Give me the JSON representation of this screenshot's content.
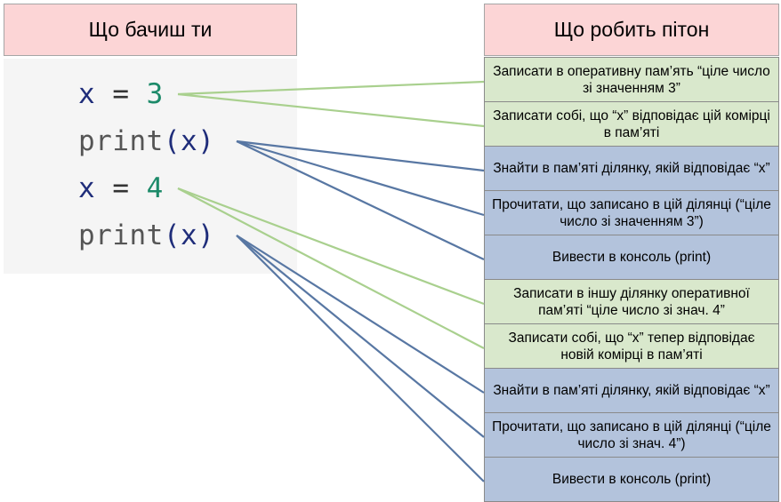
{
  "headers": {
    "left": "Що бачиш ти",
    "right": "Що робить пітон"
  },
  "code": [
    {
      "tokens": [
        {
          "t": "x",
          "k": "id"
        },
        {
          "t": " = ",
          "k": "op"
        },
        {
          "t": "3",
          "k": "num"
        }
      ]
    },
    {
      "tokens": [
        {
          "t": "print",
          "k": "kw"
        },
        {
          "t": "(",
          "k": "par"
        },
        {
          "t": "x",
          "k": "id"
        },
        {
          "t": ")",
          "k": "par"
        }
      ]
    },
    {
      "tokens": [
        {
          "t": "x",
          "k": "id"
        },
        {
          "t": " = ",
          "k": "op"
        },
        {
          "t": "4",
          "k": "num"
        }
      ]
    },
    {
      "tokens": [
        {
          "t": "print",
          "k": "kw"
        },
        {
          "t": "(",
          "k": "par"
        },
        {
          "t": "x",
          "k": "id"
        },
        {
          "t": ")",
          "k": "par"
        }
      ]
    }
  ],
  "steps": [
    {
      "text": "Записати в оперативну пам’ять “ціле число зі значенням 3”",
      "color": "green"
    },
    {
      "text": "Записати собі, що “х” відповідає цій комірці в пам’яті",
      "color": "green"
    },
    {
      "text": "Знайти в пам’яті ділянку, якій відповідає “х”",
      "color": "blue"
    },
    {
      "text": "Прочитати, що записано в цій ділянці (“ціле число зі значенням 3”)",
      "color": "blue"
    },
    {
      "text": "Вивести в консоль (print)",
      "color": "blue"
    },
    {
      "text": "Записати в іншу ділянку оперативної пам’яті “ціле число зі знач. 4”",
      "color": "green"
    },
    {
      "text": "Записати собі, що “х” тепер відповідає новій комірці в пам’яті",
      "color": "green"
    },
    {
      "text": "Знайти в пам’яті ділянку, якій відповідає “х”",
      "color": "blue"
    },
    {
      "text": "Прочитати, що записано в цій ділянці (“ціле число зі знач. 4”)",
      "color": "blue"
    },
    {
      "text": "Вивести в консоль (print)",
      "color": "blue"
    }
  ],
  "links": [
    {
      "from": 0,
      "to": 0,
      "color": "green"
    },
    {
      "from": 0,
      "to": 1,
      "color": "green"
    },
    {
      "from": 1,
      "to": 2,
      "color": "blue"
    },
    {
      "from": 1,
      "to": 3,
      "color": "blue"
    },
    {
      "from": 1,
      "to": 4,
      "color": "blue"
    },
    {
      "from": 2,
      "to": 5,
      "color": "green"
    },
    {
      "from": 2,
      "to": 6,
      "color": "green"
    },
    {
      "from": 3,
      "to": 7,
      "color": "blue"
    },
    {
      "from": 3,
      "to": 8,
      "color": "blue"
    },
    {
      "from": 3,
      "to": 9,
      "color": "blue"
    }
  ],
  "colors": {
    "green_line": "#a9d08e",
    "blue_line": "#5877a3"
  }
}
